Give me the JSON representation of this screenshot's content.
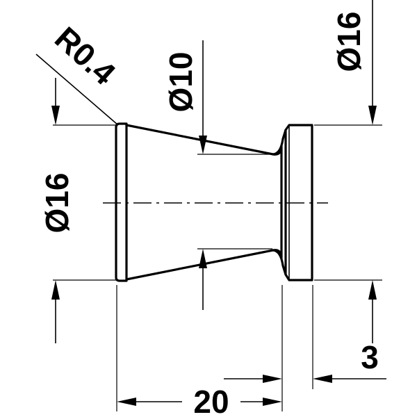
{
  "dimensions": {
    "radius": "R0.4",
    "inner_diameter": "Ø10",
    "left_diameter": "Ø16",
    "right_diameter": "Ø16",
    "overall_length": "20",
    "flange_thickness": "3"
  }
}
